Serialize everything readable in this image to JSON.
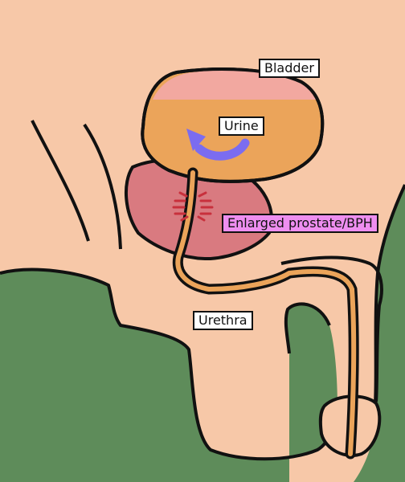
{
  "labels": {
    "bladder": "Bladder",
    "urine": "Urine",
    "prostate": "Enlarged prostate/BPH",
    "urethra": "Urethra"
  },
  "colors": {
    "skin": "#f7c8a8",
    "background_green": "#5e8c5a",
    "bladder_top": "#f2a8a0",
    "urine": "#eba45a",
    "prostate": "#d97a80",
    "arrow": "#7b6cf0",
    "constriction_marks": "#c8303c",
    "prostate_label_bg": "#ee8ef0",
    "outline": "#111111"
  },
  "icons": {
    "flow_arrow": "curved-arrow-icon",
    "constriction": "constriction-marks-icon"
  }
}
